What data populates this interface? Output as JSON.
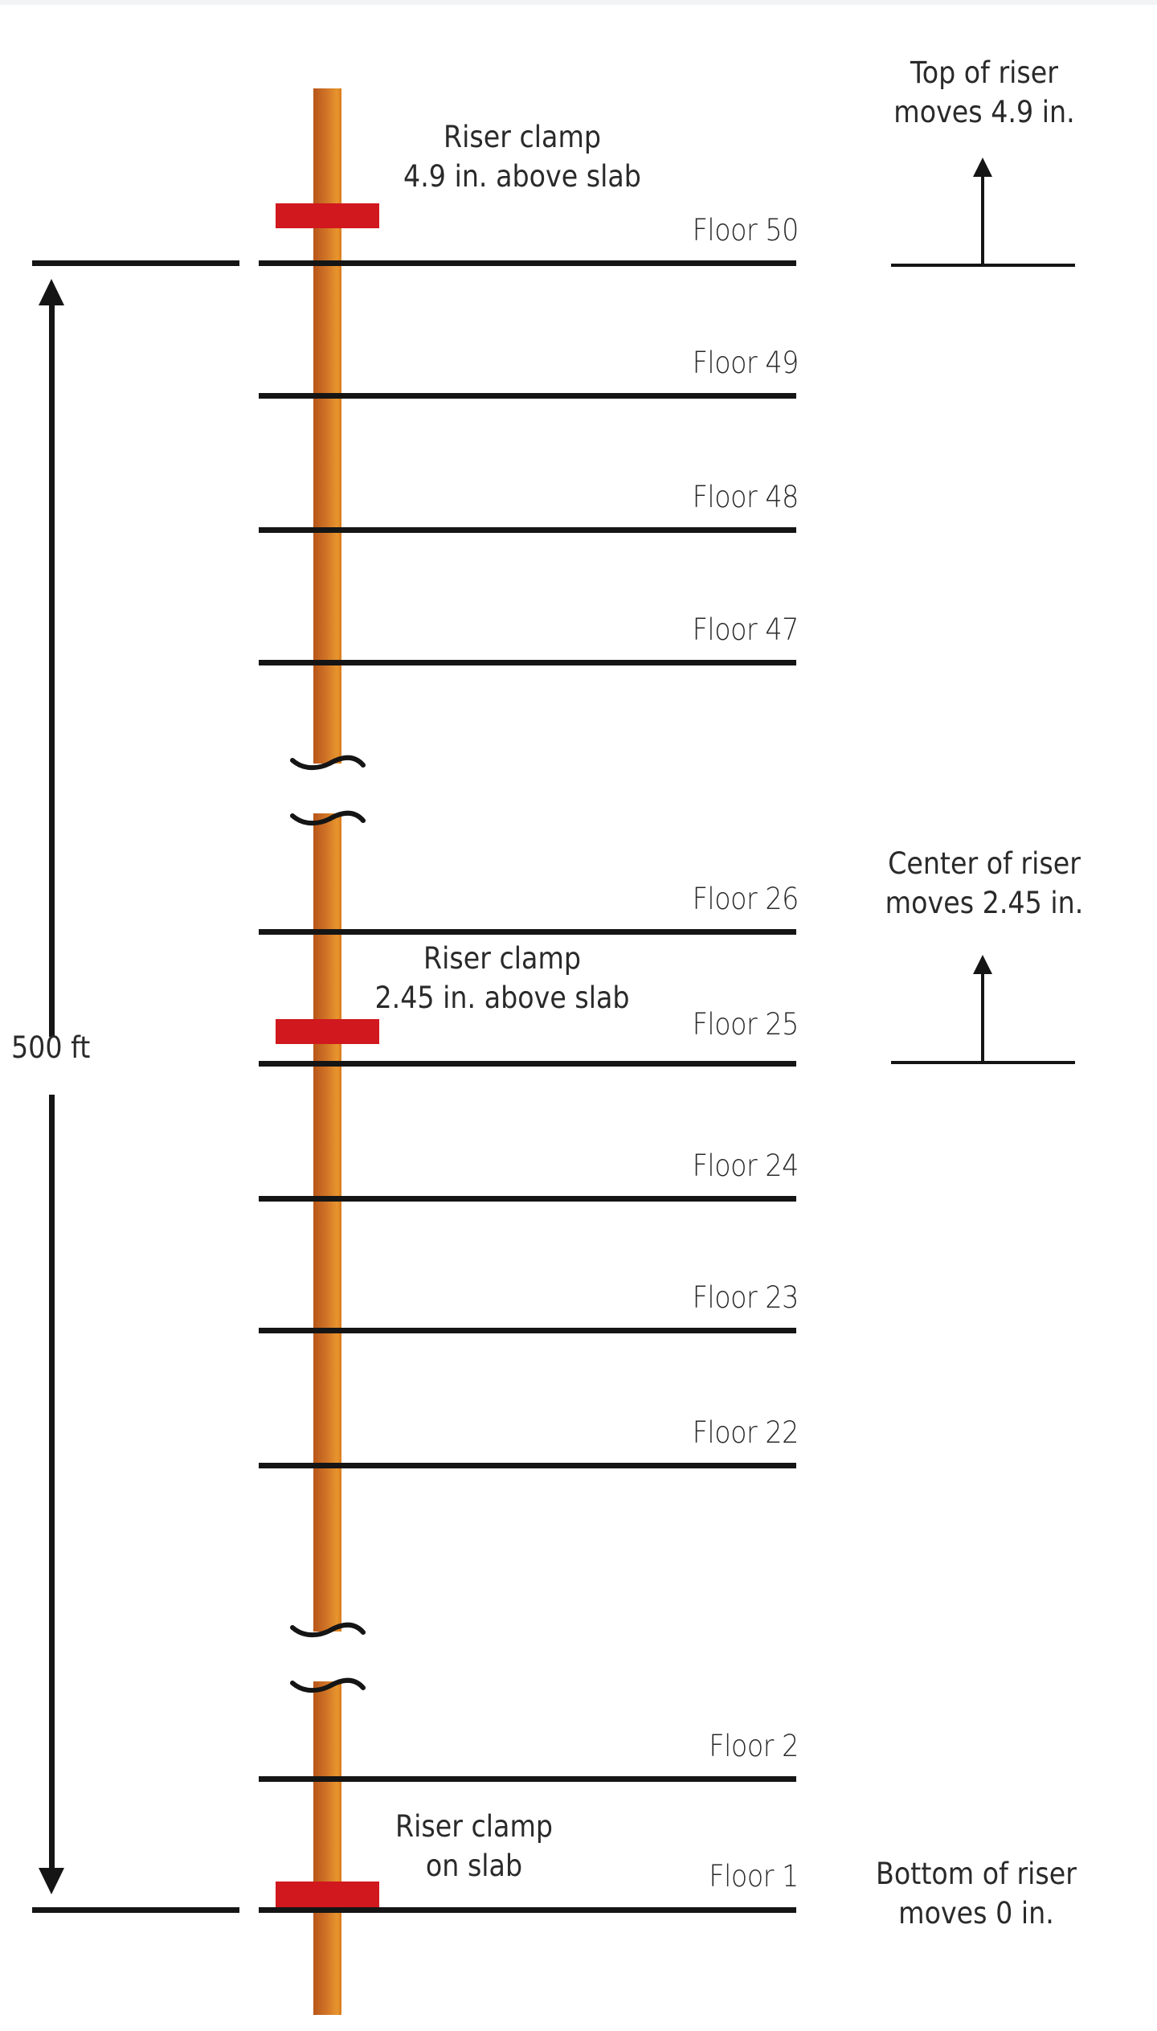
{
  "diagram": {
    "type": "riser-thermal-expansion",
    "colors": {
      "pipe": "#d97a1e",
      "clamp": "#d0181e",
      "lines": "#151515",
      "text": "#2a2a2a"
    },
    "dimension": {
      "label": "500 ft"
    },
    "floors": [
      {
        "label": "Floor 50"
      },
      {
        "label": "Floor 49"
      },
      {
        "label": "Floor 48"
      },
      {
        "label": "Floor 47"
      },
      {
        "label": "Floor 26"
      },
      {
        "label": "Floor 25"
      },
      {
        "label": "Floor 24"
      },
      {
        "label": "Floor 23"
      },
      {
        "label": "Floor 22"
      },
      {
        "label": "Floor 2"
      },
      {
        "label": "Floor 1"
      }
    ],
    "clamps": [
      {
        "line1": "Riser clamp",
        "line2": "4.9 in. above slab"
      },
      {
        "line1": "Riser clamp",
        "line2": "2.45 in. above slab"
      },
      {
        "line1": "Riser clamp",
        "line2": "on slab"
      }
    ],
    "movements": [
      {
        "line1": "Top of riser",
        "line2": "moves 4.9 in."
      },
      {
        "line1": "Center of riser",
        "line2": "moves 2.45 in."
      },
      {
        "line1": "Bottom of riser",
        "line2": "moves 0 in."
      }
    ]
  }
}
